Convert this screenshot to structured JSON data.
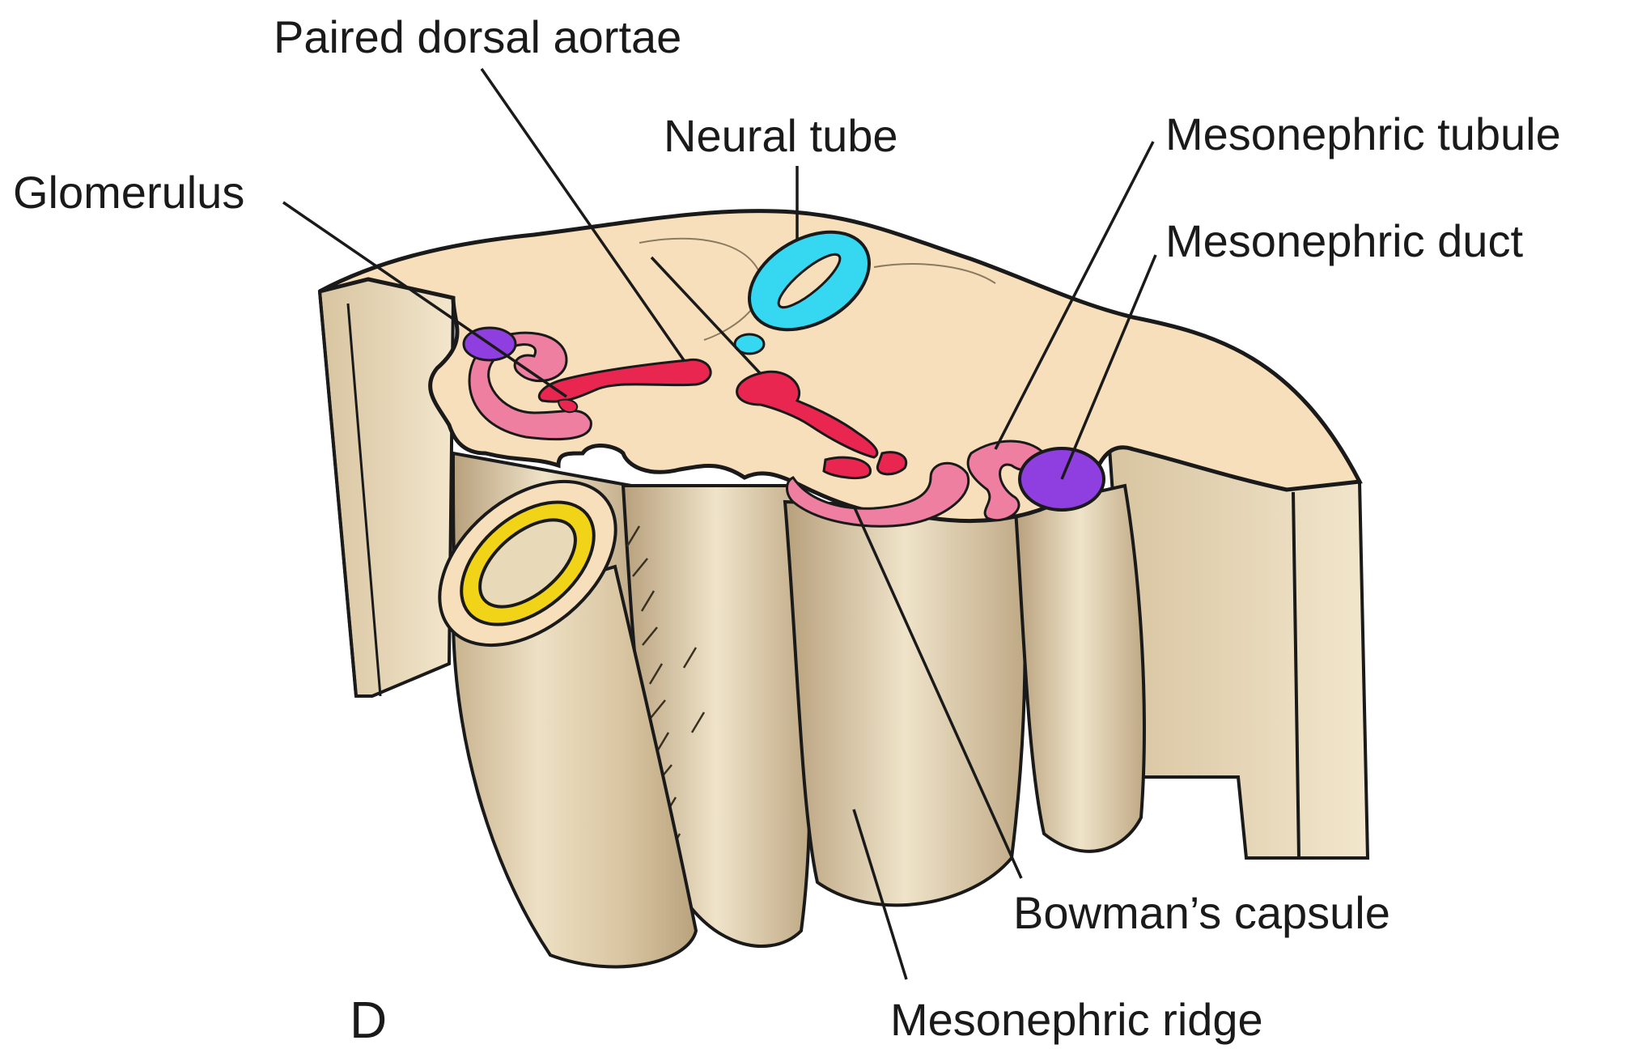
{
  "figure": {
    "panel_letter": "D",
    "labels": {
      "paired_dorsal_aortae": "Paired dorsal aortae",
      "neural_tube": "Neural tube",
      "glomerulus": "Glomerulus",
      "mesonephric_tubule": "Mesonephric tubule",
      "mesonephric_duct": "Mesonephric duct",
      "bowmans_capsule": "Bowman’s capsule",
      "mesonephric_ridge": "Mesonephric ridge"
    }
  },
  "colors": {
    "tissue_surface": "#f8dfbb",
    "tissue_side": "#e6d4b2",
    "tissue_shadow": "#b4a080",
    "outline": "#1a1a1a",
    "aorta": "#e8264f",
    "tubule": "#ee7fa0",
    "duct": "#8f3fe0",
    "neural_tube": "#35d8f0",
    "gut_ring": "#f1d318"
  }
}
